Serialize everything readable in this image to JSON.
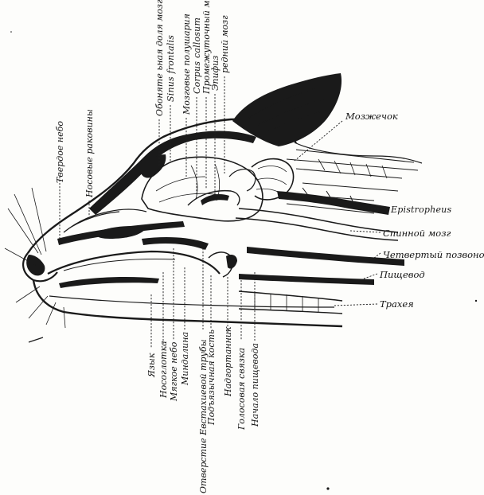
{
  "figure": {
    "labels_top": [
      {
        "id": "tverdoe-nebo",
        "text": "Твердое небо"
      },
      {
        "id": "nosovye-rakoviny",
        "text": "Носовые раковины"
      },
      {
        "id": "osonte-doli",
        "text": "Обоняте ьная доля мозга"
      },
      {
        "id": "sinus-frontalis",
        "text": "Sinus frontalis"
      },
      {
        "id": "mozgovye-polushariya",
        "text": "Мозговые полушария"
      },
      {
        "id": "corpus-callosum",
        "text": "Corpus callosum"
      },
      {
        "id": "promezhutochny-mozg",
        "text": "Промежуточный мозг"
      },
      {
        "id": "epifiz",
        "text": "Эпифиз"
      },
      {
        "id": "sredny-mozg",
        "text": "редний мозг"
      }
    ],
    "labels_right": [
      {
        "id": "mozzhechok",
        "text": "Мозжечок"
      },
      {
        "id": "epistropheus",
        "text": "Epistropheus"
      },
      {
        "id": "spinnoy-mozg",
        "text": "Спинной мозг"
      },
      {
        "id": "chetverty-pozvonok",
        "text": "Четвертый позвонок"
      },
      {
        "id": "pishchevod",
        "text": "Пищевод"
      },
      {
        "id": "trakheya",
        "text": "Трахея"
      }
    ],
    "labels_bottom": [
      {
        "id": "yazyk",
        "text": "Язык"
      },
      {
        "id": "nosoglotka",
        "text": "Носоглотка"
      },
      {
        "id": "myagkoe-nebo",
        "text": "Мягкое небо"
      },
      {
        "id": "mindalina",
        "text": "Миндалина"
      },
      {
        "id": "otverstie-trub",
        "text": "Отверстие Евстахиевой трубы"
      },
      {
        "id": "podyazychnaya-kost",
        "text": "Подъязычная кость"
      },
      {
        "id": "nadgortannik",
        "text": "Надгортанник"
      },
      {
        "id": "golosovaya-svyazka",
        "text": "Голосовая связка"
      },
      {
        "id": "nachalo-pishchevoda",
        "text": "Начало пищевода"
      }
    ]
  }
}
